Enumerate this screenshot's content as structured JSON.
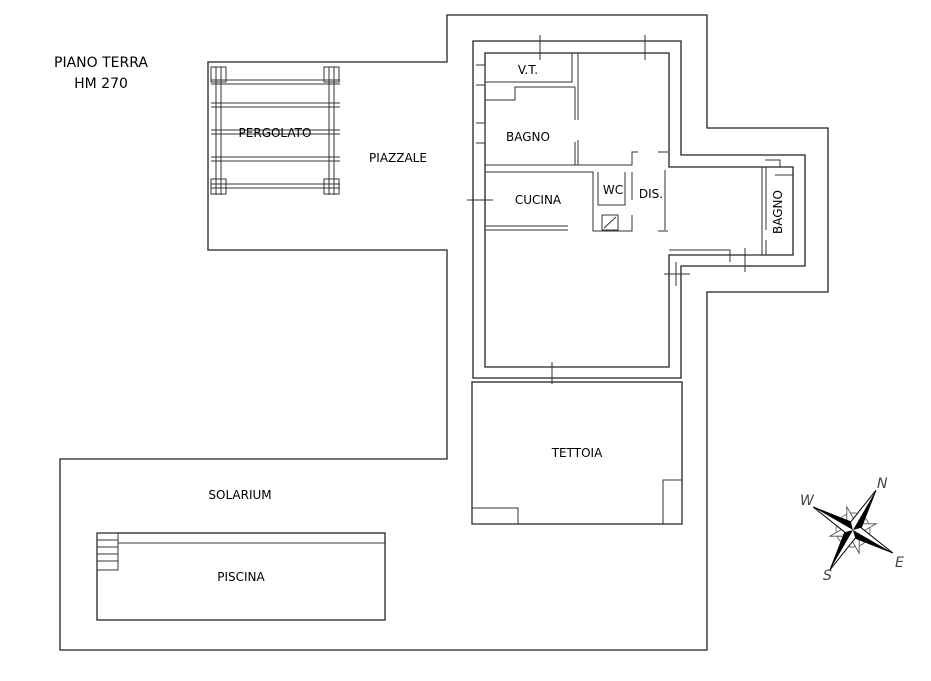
{
  "title": {
    "line1": "PIANO TERRA",
    "line2": "HM 270"
  },
  "areas": {
    "pergolato": "PERGOLATO",
    "piazzale": "PIAZZALE",
    "solarium": "SOLARIUM",
    "piscina": "PISCINA",
    "tettoia": "TETTOIA"
  },
  "rooms": {
    "vt": "V.T.",
    "bagno1": "BAGNO",
    "cucina": "CUCINA",
    "wc": "WC",
    "dis": "DIS.",
    "bagno2": "BAGNO"
  },
  "compass": {
    "n": "N",
    "s": "S",
    "e": "E",
    "w": "W"
  }
}
